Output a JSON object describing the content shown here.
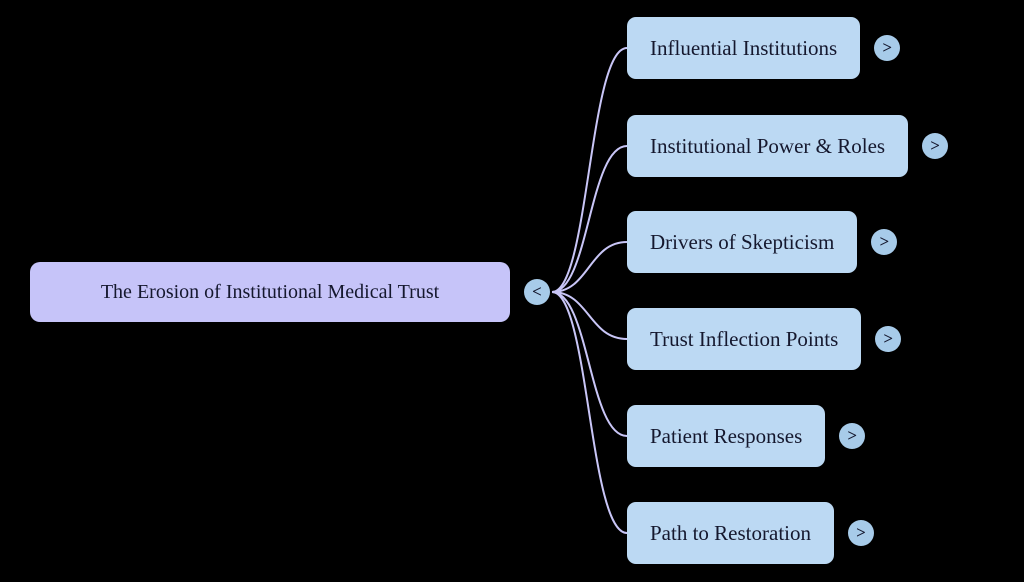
{
  "colors": {
    "background": "#000000",
    "root_fill": "#c6c4f9",
    "child_fill": "#bcd9f3",
    "toggle_fill": "#a7cbe9",
    "link_stroke": "#c9c6f7",
    "text": "#15182e"
  },
  "root": {
    "label": "The Erosion of Institutional Medical Trust",
    "toggle_glyph": "<"
  },
  "children": [
    {
      "label": "Influential Institutions",
      "toggle_glyph": ">"
    },
    {
      "label": "Institutional Power & Roles",
      "toggle_glyph": ">"
    },
    {
      "label": "Drivers of Skepticism",
      "toggle_glyph": ">"
    },
    {
      "label": "Trust Inflection Points",
      "toggle_glyph": ">"
    },
    {
      "label": "Patient Responses",
      "toggle_glyph": ">"
    },
    {
      "label": "Path to Restoration",
      "toggle_glyph": ">"
    }
  ]
}
